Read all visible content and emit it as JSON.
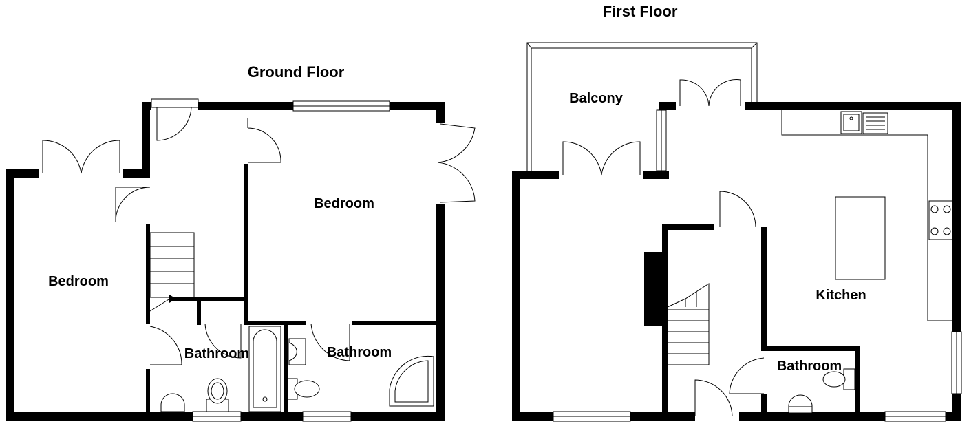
{
  "plans": {
    "ground_floor": {
      "title": "Ground Floor",
      "rooms": {
        "bedroom_left": "Bedroom",
        "bedroom_main": "Bedroom",
        "bathroom_1": "Bathroom",
        "bathroom_2": "Bathroom"
      }
    },
    "first_floor": {
      "title": "First Floor",
      "rooms": {
        "balcony": "Balcony",
        "kitchen": "Kitchen",
        "bathroom": "Bathroom"
      }
    }
  },
  "colors": {
    "walls": "#000000",
    "background": "#ffffff"
  }
}
